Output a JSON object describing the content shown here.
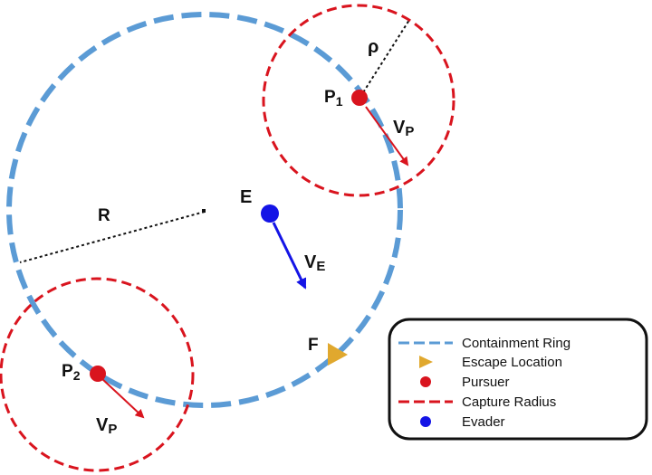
{
  "labels": {
    "pursuer1": {
      "main": "P",
      "sub": "1"
    },
    "pursuer2": {
      "main": "P",
      "sub": "2"
    },
    "evader": "E",
    "escape": "F",
    "radius": "R",
    "capture_radius": "ρ",
    "vp1": {
      "main": "V",
      "sub": "P"
    },
    "vp2": {
      "main": "V",
      "sub": "P"
    },
    "ve": {
      "main": "V",
      "sub": "E"
    }
  },
  "legend": {
    "items": [
      {
        "label": "Containment Ring",
        "symbol": "dashed-line",
        "color": "#5b9bd5"
      },
      {
        "label": "Escape Location",
        "symbol": "triangle",
        "color": "#e0a82e"
      },
      {
        "label": "Pursuer",
        "symbol": "dot",
        "color": "#d9141e"
      },
      {
        "label": "Capture Radius",
        "symbol": "dashed-line",
        "color": "#d9141e"
      },
      {
        "label": "Evader",
        "symbol": "dot",
        "color": "#1414e6"
      }
    ]
  },
  "colors": {
    "ring": "#5b9bd5",
    "pursuer": "#d9141e",
    "evader": "#1414e6",
    "escape": "#e0a82e",
    "capture": "#d9141e",
    "velocity_pursuer": "#d9141e",
    "velocity_evader": "#1414e6"
  }
}
